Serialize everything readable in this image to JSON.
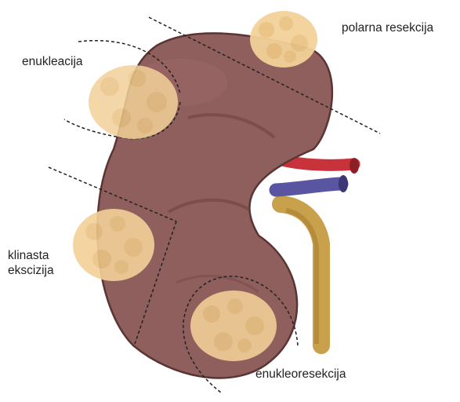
{
  "labels": {
    "polar_resection": "polarna resekcija",
    "enucleation": "enukleacija",
    "wedge_excision_line1": "klinasta",
    "wedge_excision_line2": "ekscizija",
    "enucleoresection": "enukleoresekcija"
  },
  "colors": {
    "kidney": "#8e5f5c",
    "kidney_shadow": "#6e4341",
    "kidney_outline": "#5a3533",
    "tumor": "#f3d199",
    "tumor_shade": "#e2b56f",
    "artery": "#c8323a",
    "vein": "#5a55a0",
    "ureter": "#c9a04c",
    "cut_line": "#222222"
  },
  "icons": {
    "kidney": "kidney-icon",
    "tumor": "tumor-icon",
    "artery": "renal-artery-icon",
    "vein": "renal-vein-icon",
    "ureter": "ureter-icon"
  }
}
